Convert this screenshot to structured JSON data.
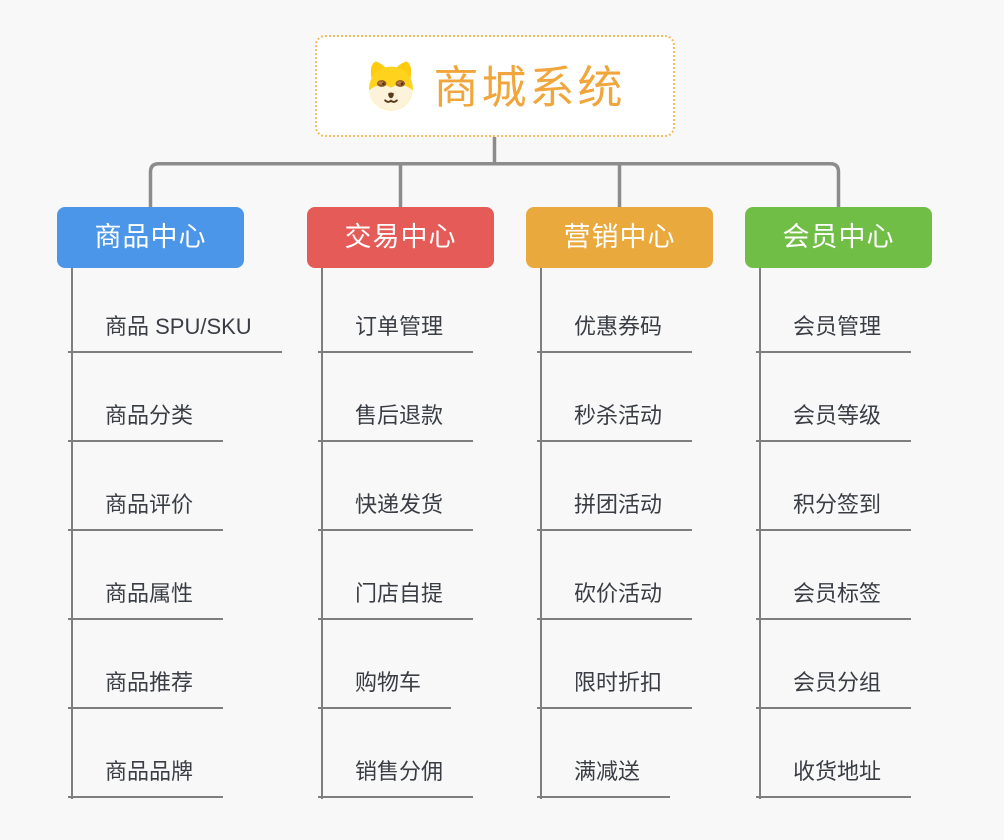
{
  "canvas": {
    "background": "#F8F8F8",
    "connector_color": "#8C8C8C",
    "leaf_line_color": "#7E7E7E"
  },
  "root": {
    "title": "商城系统",
    "icon": "shiba-dog-icon",
    "text_color": "#F0A63C",
    "border_color": "#F3BC63"
  },
  "branches": [
    {
      "label": "商品中心",
      "color": "#4B96E8",
      "items": [
        "商品 SPU/SKU",
        "商品分类",
        "商品评价",
        "商品属性",
        "商品推荐",
        "商品品牌"
      ]
    },
    {
      "label": "交易中心",
      "color": "#E45B58",
      "items": [
        "订单管理",
        "售后退款",
        "快递发货",
        "门店自提",
        "购物车",
        "销售分佣"
      ]
    },
    {
      "label": "营销中心",
      "color": "#EAA93C",
      "items": [
        "优惠券码",
        "秒杀活动",
        "拼团活动",
        "砍价活动",
        "限时折扣",
        "满减送"
      ]
    },
    {
      "label": "会员中心",
      "color": "#71BE46",
      "items": [
        "会员管理",
        "会员等级",
        "积分签到",
        "会员标签",
        "会员分组",
        "收货地址"
      ]
    }
  ]
}
